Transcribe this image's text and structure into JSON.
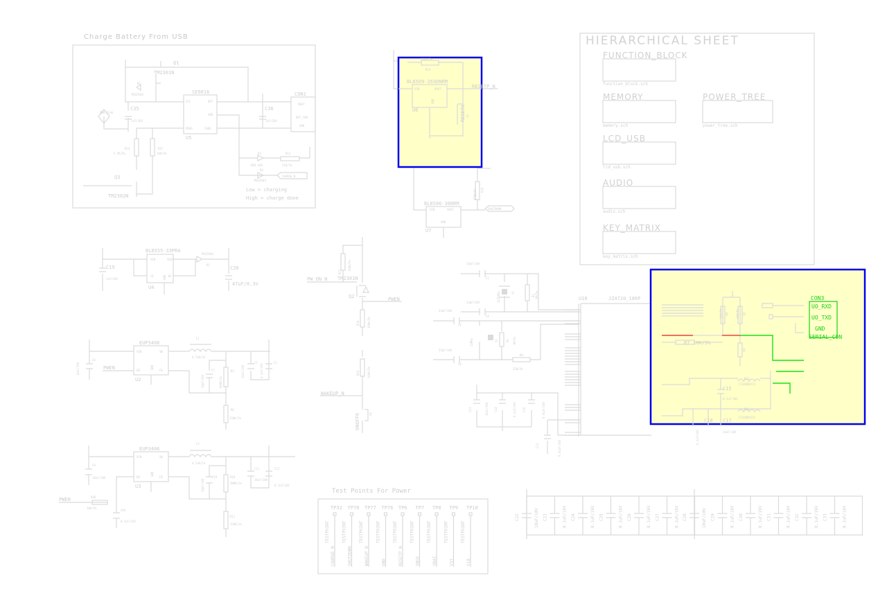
{
  "charge": {
    "title": "Charge Battery From USB",
    "q1": "Q1",
    "q1_part": "TM2301N",
    "d2": "D2",
    "d2_part": "MSCD104",
    "c35": "C35",
    "c35_val": "1uF/16V",
    "pwr_flag": "PWR_FLAG",
    "u5_part": "SE9016",
    "u5_ref": "U5",
    "u5_pins": {
      "vcc": "VCC",
      "bat": "BAT",
      "gnd": "GND",
      "prog": "PROG",
      "chrg": "CHRG"
    },
    "c36": "C36",
    "c36_val": "1uF/16V",
    "con1": "CON1",
    "con1_vbat": "VBAT",
    "con1_name": "BAT_CON",
    "con1_gnd": "GND",
    "r14": "R14",
    "r14_val": "2.5K/5%",
    "r15": "R15",
    "r15_val": "10K/5%",
    "q3": "Q3",
    "q3_part": "TM2302N",
    "d3": "D3",
    "d3_val": "RED LED",
    "r12": "R12",
    "r12_val": "510/5%",
    "d4": "D4",
    "d4_part": "MSCD104",
    "charge_n": "CHARGE_N",
    "note_low": "Low = charging",
    "note_high": "High = charge done"
  },
  "reset": {
    "r13": "R13",
    "r13_val": "100K/5%",
    "u6_part": "BL8509-263DNRM",
    "u6_ref": "U6",
    "vin": "VIN",
    "vout": "VOUT",
    "gnd": "GND",
    "resetp_n": "RESETP_N",
    "s1": "S1",
    "resetk": "RESETK",
    "u7_part": "BL8506-30NRM",
    "u7_ref": "U7",
    "r19": "R19",
    "r19_val": "470K/5%",
    "shutdown": "SHUTDOWN"
  },
  "ldo": {
    "u4_part": "BL8555-33PRA",
    "u4_ref": "U4",
    "vin": "VIN",
    "vout": "VOUT",
    "ce": "CE",
    "nc": "NC",
    "gnd": "GND",
    "c19": "C19",
    "c19_val": "1uF/16V",
    "d1": "D1",
    "d1_part": "MSCD104",
    "c20": "C20",
    "c20_val": "47uF/6.3V"
  },
  "buck1": {
    "part": "EUP3406",
    "ref": "U2",
    "vin": "VIN",
    "sw": "SW",
    "en": "EN",
    "fb": "FB",
    "gnd": "GND",
    "l1": "L1",
    "l1_val": "4.7uH/1A",
    "c6": "C6",
    "c6_val": "10uF/10V",
    "pwen": "PWEN",
    "c7": "C7",
    "c7_val": "10pF/16V",
    "r3": "R3",
    "r3_val": "680K/1%",
    "r6": "R6",
    "r6_val": "150K/1%",
    "c2": "C2",
    "c2_val": "10uF/10V",
    "c3": "C3",
    "c3_val": "0.1uF/16V"
  },
  "buck2": {
    "part": "EUP3406",
    "ref": "U3",
    "vin": "VIN",
    "sw": "SW",
    "en": "EN",
    "fb": "FB",
    "gnd": "GND",
    "l2": "L2",
    "l2_val": "4.7uH/1A",
    "c9": "C9",
    "c9_val": "10uF/10V",
    "pwen": "PWEN",
    "r46": "R46",
    "r46_val": "10K/5%",
    "c69": "C69",
    "c69_val": "0.1uF/16V",
    "c10": "C10",
    "c10_val": "10pF/16V",
    "r10": "R10",
    "r10_val": "300K/1%",
    "r11": "R11",
    "r11_val": "150K/1%",
    "c11": "C11",
    "c11_val": "10uF/10V",
    "c12": "C12",
    "c12_val": "0.1uF/16V"
  },
  "power_switch": {
    "r17": "R17",
    "r17_val": "100K/5%",
    "pw_on_n": "PW_ON_N",
    "q2_part": "TM2301N",
    "q2": "Q2",
    "pwen": "PWEN",
    "r18": "R18",
    "r18_val": "100K/5%",
    "r16": "R16",
    "r16_val": "100K/5%",
    "wakeup_n": "WAKEUP_N",
    "onoffk": "ONOFFK",
    "s9": "S9"
  },
  "test_points": {
    "title": "Test Points For Power",
    "type": "TESTPOINT",
    "items": [
      {
        "ref": "TP32",
        "net": "CHARGE_N"
      },
      {
        "ref": "TP78",
        "net": "SHUTDOWN"
      },
      {
        "ref": "TP77",
        "net": "WAKEUP_N"
      },
      {
        "ref": "TP76",
        "net": "GND"
      },
      {
        "ref": "TP6",
        "net": "RESETP_N"
      },
      {
        "ref": "TP7",
        "net": "VBUS"
      },
      {
        "ref": "TP8",
        "net": "VBAT"
      },
      {
        "ref": "TP9",
        "net": "V33"
      },
      {
        "ref": "TP10",
        "net": "V18"
      }
    ]
  },
  "clock": {
    "c1": "C1",
    "c4": "C4",
    "c5": "C5",
    "c8": "C8",
    "cap_val": "33pF/16V",
    "y1": "Y1",
    "y1_val": "32768Hz",
    "y2": "Y2",
    "y2_val": "12MHz",
    "r1": "R1",
    "r1_val": "1M/5%",
    "r2": "R2",
    "r2_val": "1M/5%",
    "r8": "R8",
    "r8_val": "330/5%",
    "u18_ref": "U18",
    "u18_part": "JZ4720_186P",
    "c13": "C13",
    "c13_val": "10uF/10V",
    "c14": "C14",
    "c14_val": "0.1uF/16V",
    "c16": "C16",
    "c16_val": "0.01uF/16V",
    "c21": "C21",
    "c21_val": "0.01uF/16V"
  },
  "serial": {
    "r4": "R4",
    "r5": "R5",
    "r45_val": "10K/5%",
    "r7": "R7",
    "r7_val": "10K/5%",
    "r9": "R9",
    "con3": "CON3",
    "rxd": "UO_RXD",
    "txd": "UO_TXD",
    "gnd": "GND",
    "con3_name": "SERIAL_CON",
    "b32": "B32",
    "b33": "B33",
    "bead_val": "FZ1608D221",
    "c15": "C15",
    "c15_val": "0.1uF/10V",
    "c18": "C18",
    "c18_val": "0.1uF/10V",
    "c17": "C17",
    "c17_val": "10uF/10V"
  },
  "decoupling": {
    "group1": [
      {
        "ref": "C22",
        "val": "10uF/10V"
      },
      {
        "ref": "C23",
        "val": "0.1uF/16V"
      },
      {
        "ref": "C24",
        "val": "0.1uF/16V"
      },
      {
        "ref": "C25",
        "val": "0.1uF/16V"
      },
      {
        "ref": "C26",
        "val": "0.1uF/16V"
      },
      {
        "ref": "C27",
        "val": "0.1uF/16V"
      }
    ],
    "group2": [
      {
        "ref": "C28",
        "val": "10uF/10V"
      },
      {
        "ref": "C29",
        "val": "0.1uF/16V"
      },
      {
        "ref": "C30",
        "val": "0.1uF/16V"
      },
      {
        "ref": "C31",
        "val": "0.1uF/16V"
      },
      {
        "ref": "C32",
        "val": "0.1uF/16V"
      },
      {
        "ref": "C33",
        "val": "0.1uF/16V"
      }
    ]
  },
  "hier": {
    "title": "HIERARCHICAL SHEET",
    "sheets": [
      {
        "name": "FUNCTION_BLOCK",
        "file": "function_block.sch"
      },
      {
        "name": "MEMORY",
        "file": "memory.sch"
      },
      {
        "name": "POWER_TREE",
        "file": "power_tree.sch"
      },
      {
        "name": "LCD_USB",
        "file": "lcd_usb.sch"
      },
      {
        "name": "AUDIO",
        "file": "audio.sch"
      },
      {
        "name": "KEY_MATRIX",
        "file": "key_matrix.sch"
      }
    ]
  },
  "colors": {
    "selection": "#0000ee",
    "selection_fill": "#ffffc8",
    "wire": "#dadada",
    "highlight_net": "#18e018"
  }
}
